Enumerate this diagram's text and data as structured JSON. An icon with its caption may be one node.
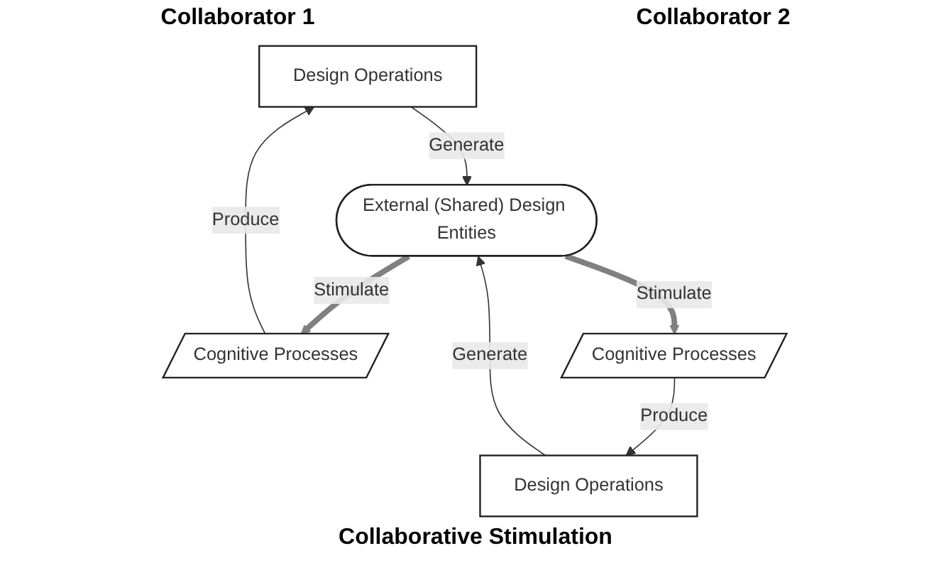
{
  "diagram": {
    "nodes": [
      {
        "text": [
          "Design Operations"
        ]
      },
      {
        "text": [
          "Design Operations"
        ]
      },
      {
        "text": [
          "External (Shared) Design Entities"
        ]
      },
      {
        "text": [
          "Cognitive Processes"
        ]
      },
      {
        "text": [
          "Cognitive Processes"
        ]
      }
    ],
    "edges": [
      {
        "from": 0,
        "to": 2,
        "arrow": "to",
        "label": "Generate"
      },
      {
        "from": 1,
        "to": 2,
        "arrow": "to",
        "label": "Generate"
      },
      {
        "from": 3,
        "to": 0,
        "arrow": "to",
        "label": "Produce"
      },
      {
        "from": 4,
        "to": 1,
        "arrow": "to",
        "label": "Produce"
      },
      {
        "from": 2,
        "to": 3,
        "arrow": "to",
        "label": "Stimulate",
        "style": "thick",
        "color": "#808080"
      },
      {
        "from": 2,
        "to": 4,
        "arrow": "to",
        "label": "Stimulate",
        "style": "thick",
        "color": "#808080"
      }
    ],
    "labels": [
      "Collaborator 1",
      "Collaborator 2",
      "Collaborative Stimulation"
    ]
  }
}
